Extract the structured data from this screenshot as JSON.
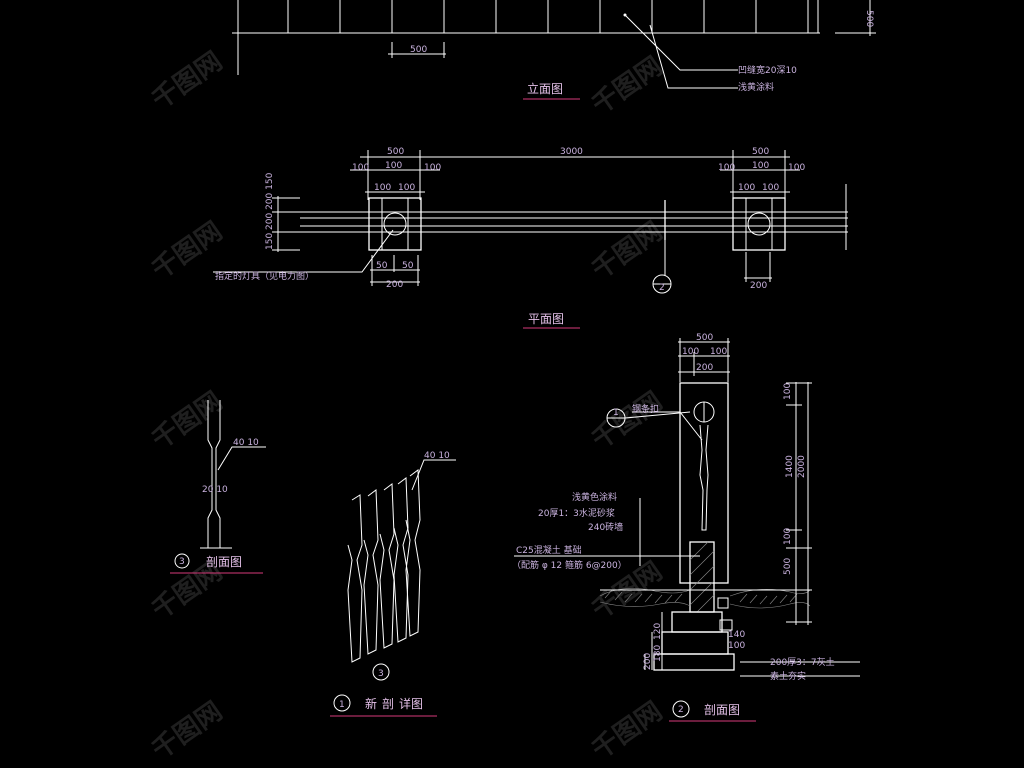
{
  "colors": {
    "background": "#000000",
    "line": "#ffffff",
    "text": "#c9b2de",
    "accent": "#d63a7a"
  },
  "views": {
    "elevation": {
      "title": "立面图",
      "dims": {
        "spacing": "500",
        "height": "500"
      },
      "notes": [
        "凹缝宽20深10",
        "浅黄涂料"
      ]
    },
    "plan": {
      "title": "平面图",
      "dims": {
        "span": "3000",
        "end_width": "500",
        "segs": [
          "100",
          "100",
          "100"
        ],
        "segs_lower": [
          "100",
          "100"
        ],
        "bottom_a": "50",
        "bottom_b": "50",
        "bottom_total": "200",
        "bottom_right": "200",
        "left_stack": "150 200 200 150"
      },
      "note": "指定的灯具（见电力图）",
      "section_marker": "2"
    },
    "section3": {
      "title": "剖面图",
      "marker": "3",
      "dim_top": "40 10",
      "dim_mid": "20 10"
    },
    "detail1": {
      "title": "详图",
      "char_note": "新",
      "char_note2": "剖",
      "marker": "1",
      "marker_bottom": "3",
      "dim_top": "40 10"
    },
    "section2": {
      "title": "剖面图",
      "marker": "2",
      "marker_lamp": "1",
      "dims": {
        "top_total": "500",
        "top_a": "100",
        "top_b": "200",
        "right_top": "100",
        "right_mid": "1400",
        "right_total": "2000",
        "right_low": "100",
        "right_base": "500",
        "left_a": "120",
        "left_b": "180",
        "left_c": "200",
        "base_a": "100",
        "base_b": "140"
      },
      "notes": [
        "钢条扣",
        "浅黄色涂料",
        "20厚1：3水泥砂浆",
        "240砖墙",
        "C25混凝土 基础",
        "（配筋 φ 12  箍筋 6@200）",
        "200厚3：7灰土",
        "素土夯实"
      ]
    }
  },
  "watermark": "千图网"
}
